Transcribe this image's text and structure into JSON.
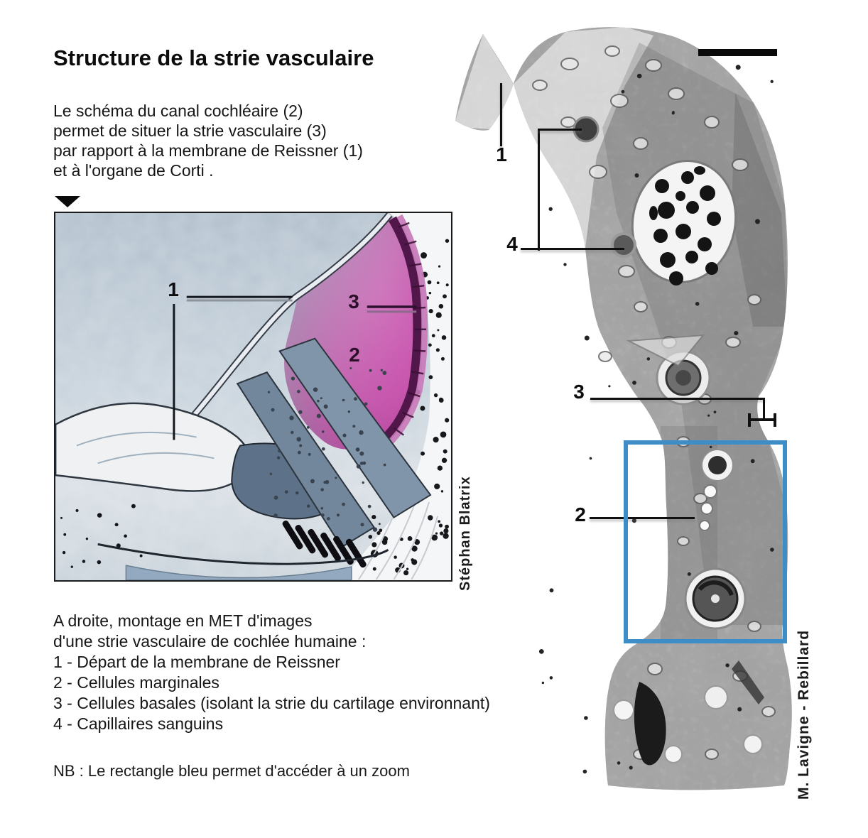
{
  "title": "Structure de la strie vasculaire",
  "intro": {
    "lines": [
      "Le schéma du canal cochléaire (2)",
      "permet de situer la strie vasculaire (3)",
      "par rapport à la membrane de Reissner (1)",
      "et à l'organe de Corti ."
    ]
  },
  "schema": {
    "credit": "Stéphan Blatrix",
    "markers": {
      "m1": "1",
      "m2": "2",
      "m3": "3"
    }
  },
  "micrograph": {
    "credit": "M. Lavigne - Rebillard",
    "markers": {
      "m1": "1",
      "m2": "2",
      "m3": "3",
      "m4": "4"
    }
  },
  "legend": {
    "intro_lines": [
      "A droite, montage en MET d'images",
      "d'une strie vasculaire de cochlée humaine :"
    ],
    "items": [
      "1 - Départ de la membrane de Reissner",
      "2 - Cellules marginales",
      "3 - Cellules basales (isolant la strie du cartilage environnant)",
      "4 - Capillaires sanguins"
    ]
  },
  "note": "NB : Le rectangle bleu permet d'accéder à un zoom",
  "colors": {
    "zoom_rectangle_blue": "#3e8dc7",
    "stria_pink": "#cc55ad"
  }
}
